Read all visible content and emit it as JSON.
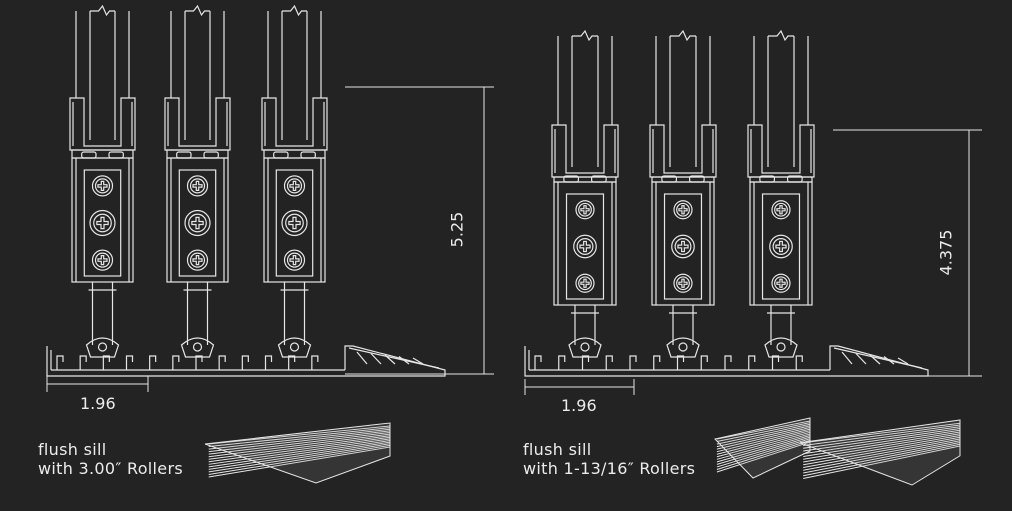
{
  "left": {
    "width_dim": "1.96",
    "height_dim": "5.25",
    "caption_line1": "flush sill",
    "caption_line2": "with 3.00″ Rollers"
  },
  "right": {
    "width_dim": "1.96",
    "height_dim": "4.375",
    "caption_line1": "flush sill",
    "caption_line2": "with 1-13/16″ Rollers"
  },
  "colors": {
    "background": "#232323",
    "line": "#e6e6e6"
  }
}
